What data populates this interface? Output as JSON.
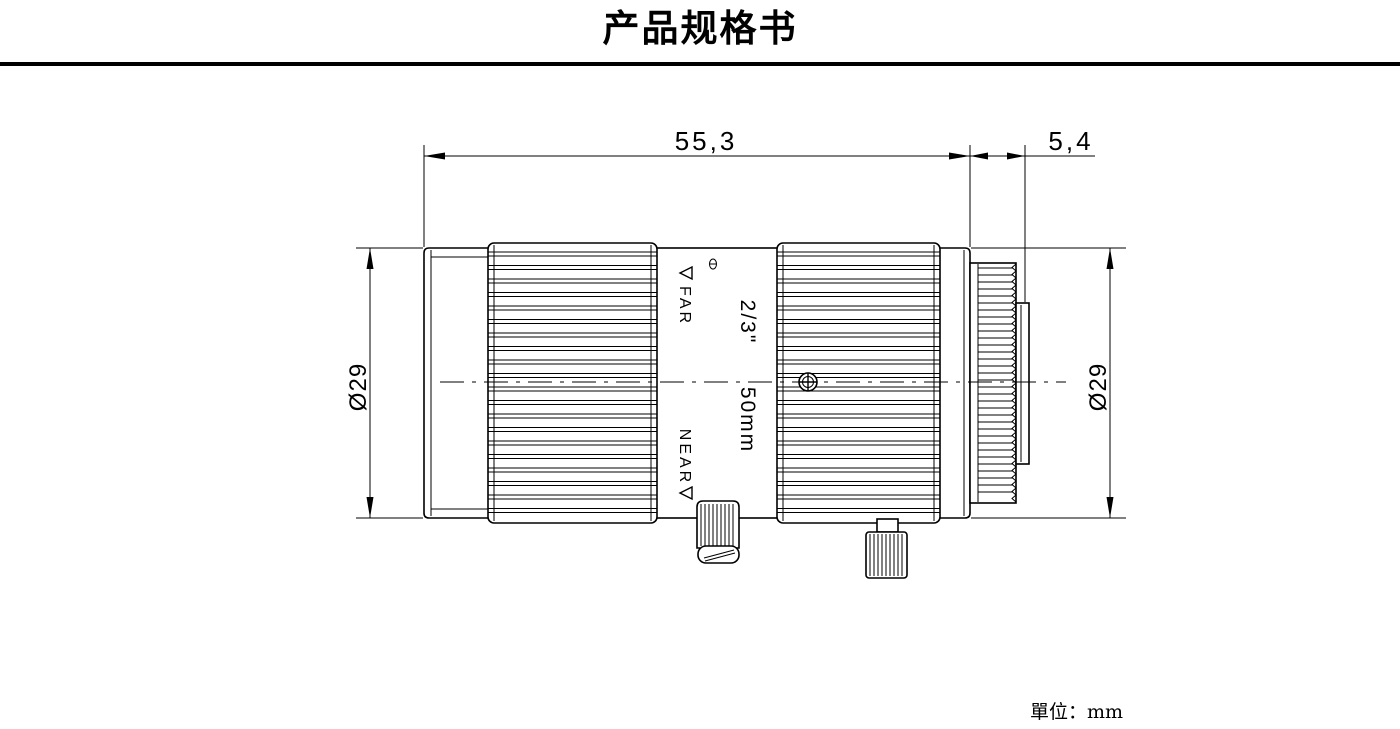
{
  "colors": {
    "ink": "#000000",
    "paper": "#ffffff"
  },
  "icons": {
    "screw": "screw-head-icon",
    "index_mark": "index-mark-icon",
    "direction": "triangle-icon"
  },
  "header": {
    "title": "产品规格书"
  },
  "drawing": {
    "dimensions": {
      "overall_length": "55,3",
      "mount_length": "5,4",
      "front_diameter": "Ø29",
      "rear_diameter": "Ø29"
    },
    "markings": {
      "far": "FAR",
      "near": "NEAR",
      "sensor_format": "2/3\"",
      "focal_length": "50mm"
    }
  },
  "footer": {
    "unit_label": "單位：mm"
  }
}
